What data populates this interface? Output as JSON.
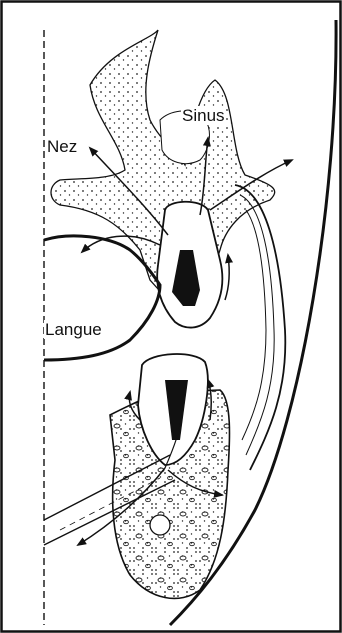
{
  "diagram": {
    "labels": {
      "nose": "Nez",
      "sinus": "Sinus",
      "tongue": "Langue"
    }
  },
  "colors": {
    "ink": "#111111",
    "background": "#ffffff"
  }
}
